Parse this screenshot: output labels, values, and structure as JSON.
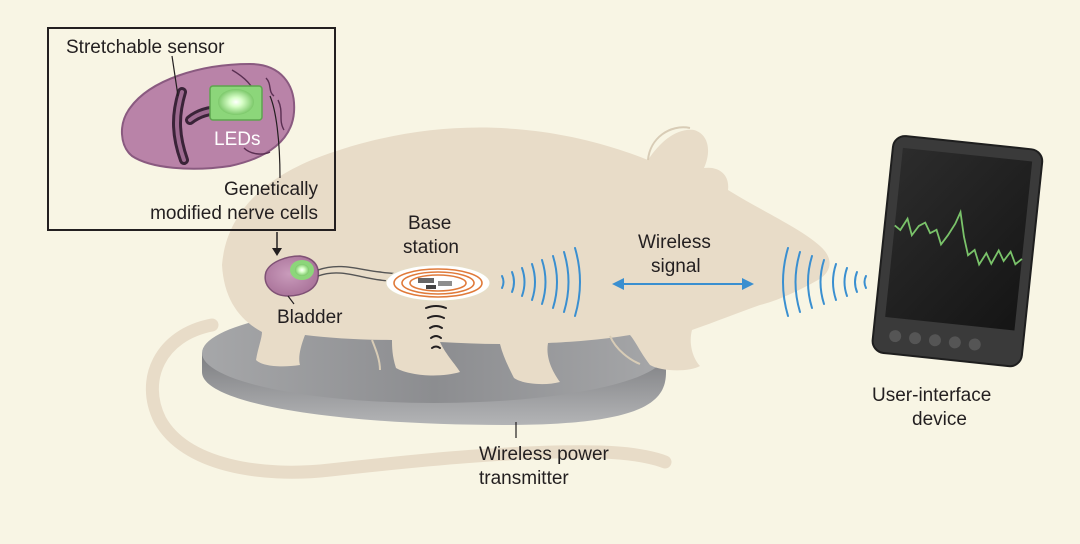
{
  "labels": {
    "stretchable_sensor": "Stretchable sensor",
    "leds": "LEDs",
    "nerve_cells_line1": "Genetically",
    "nerve_cells_line2": "modified nerve cells",
    "bladder": "Bladder",
    "base_station_line1": "Base",
    "base_station_line2": "station",
    "wireless_signal_line1": "Wireless",
    "wireless_signal_line2": "signal",
    "power_transmitter_line1": "Wireless power",
    "power_transmitter_line2": "transmitter",
    "ui_device_line1": "User-interface",
    "ui_device_line2": "device"
  },
  "colors": {
    "background": "#f8f5e4",
    "rat_body": "#e8dcc8",
    "bladder": "#b983a8",
    "led_green": "#8cd67a",
    "signal_blue": "#3a8fd0",
    "tablet_frame": "#3a3a3a",
    "screen_trace": "#7ac36a",
    "platform": "#8e8f91",
    "coil_orange": "#e07a3a"
  }
}
